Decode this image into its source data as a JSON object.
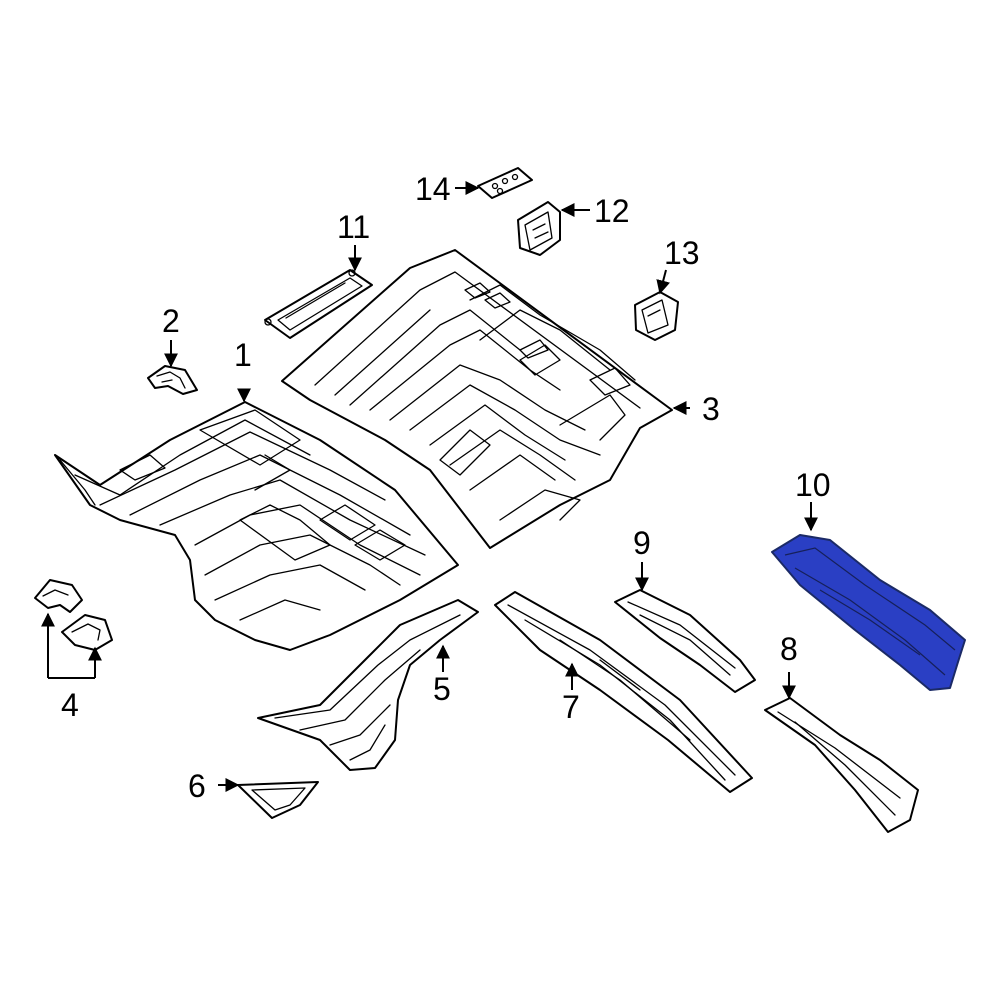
{
  "diagram": {
    "highlight_color": "#2a3fc4",
    "line_color": "#000000",
    "background": "#ffffff",
    "callouts": [
      {
        "id": "1",
        "label": "1"
      },
      {
        "id": "2",
        "label": "2"
      },
      {
        "id": "3",
        "label": "3"
      },
      {
        "id": "4",
        "label": "4"
      },
      {
        "id": "5",
        "label": "5"
      },
      {
        "id": "6",
        "label": "6"
      },
      {
        "id": "7",
        "label": "7"
      },
      {
        "id": "8",
        "label": "8"
      },
      {
        "id": "9",
        "label": "9"
      },
      {
        "id": "10",
        "label": "10"
      },
      {
        "id": "11",
        "label": "11"
      },
      {
        "id": "12",
        "label": "12"
      },
      {
        "id": "13",
        "label": "13"
      },
      {
        "id": "14",
        "label": "14"
      }
    ],
    "highlighted_part": "10"
  }
}
